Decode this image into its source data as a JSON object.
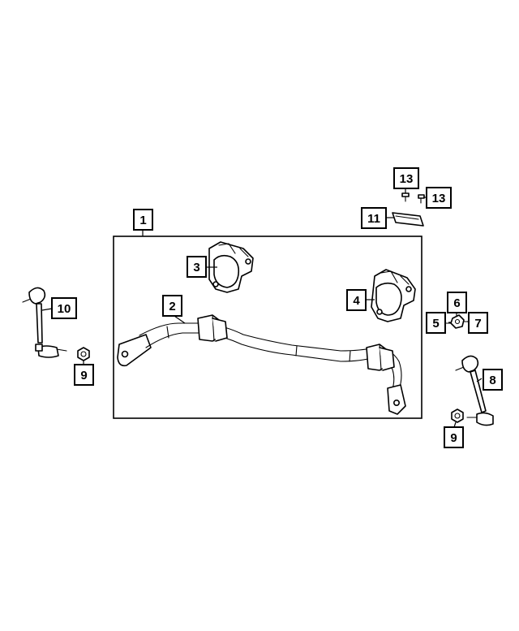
{
  "diagram": {
    "callouts": [
      {
        "id": "c1",
        "label": "1"
      },
      {
        "id": "c2",
        "label": "2"
      },
      {
        "id": "c3",
        "label": "3"
      },
      {
        "id": "c4",
        "label": "4"
      },
      {
        "id": "c5",
        "label": "5"
      },
      {
        "id": "c6",
        "label": "6"
      },
      {
        "id": "c7",
        "label": "7"
      },
      {
        "id": "c8",
        "label": "8"
      },
      {
        "id": "c9a",
        "label": "9"
      },
      {
        "id": "c9b",
        "label": "9"
      },
      {
        "id": "c10",
        "label": "10"
      },
      {
        "id": "c11",
        "label": "11"
      },
      {
        "id": "c13a",
        "label": "13"
      },
      {
        "id": "c13b",
        "label": "13"
      }
    ],
    "colors": {
      "line": "#000000",
      "background": "#ffffff"
    }
  }
}
